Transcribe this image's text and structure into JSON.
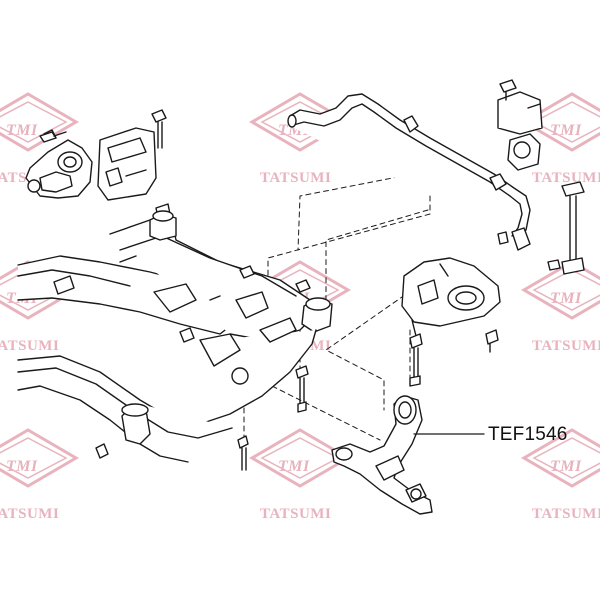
{
  "watermark": {
    "logo_text": "TMI",
    "brand_text": "TATSUMI",
    "color": "#e8b3bd"
  },
  "part_label": {
    "code": "TEF1546"
  },
  "line_color": "#1a1a1a",
  "parts": [
    {
      "name": "subframe"
    },
    {
      "name": "front-bushing-bracket"
    },
    {
      "name": "heat-shield-bracket"
    },
    {
      "name": "stabilizer-bar"
    },
    {
      "name": "stabilizer-link"
    },
    {
      "name": "stabilizer-bushing"
    },
    {
      "name": "lower-control-arm"
    },
    {
      "name": "steering-gear-bracket"
    }
  ]
}
